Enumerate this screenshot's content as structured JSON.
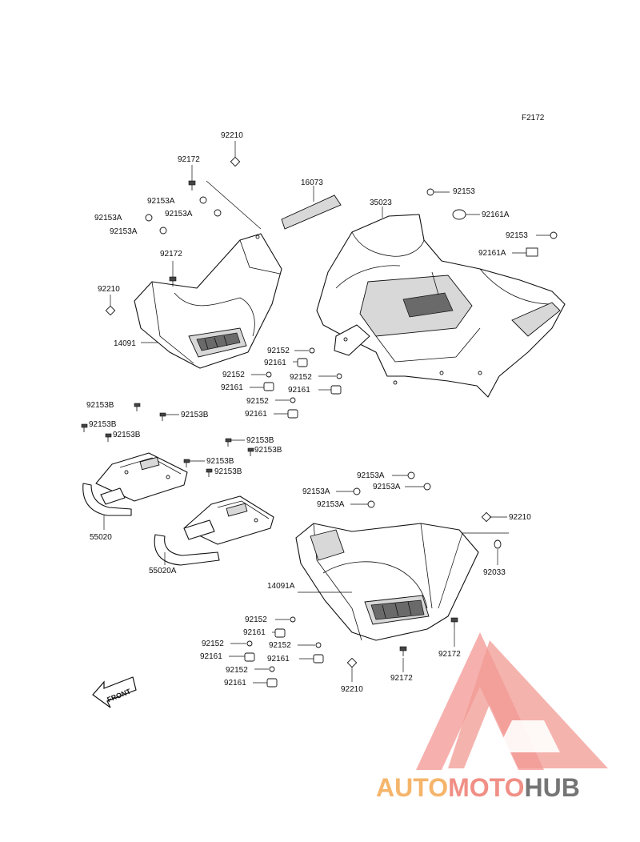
{
  "diagram_ref": "F2172",
  "labels": {
    "l_92210_top": "92210",
    "l_92172_top": "92172",
    "l_92153A_1": "92153A",
    "l_92153A_2": "92153A",
    "l_92153A_3": "92153A",
    "l_92153A_4": "92153A",
    "l_92172_mid": "92172",
    "l_92210_left": "92210",
    "l_14091": "14091",
    "l_16073": "16073",
    "l_35023": "35023",
    "l_92153_1": "92153",
    "l_92161A_1": "92161A",
    "l_92153_2": "92153",
    "l_92161A_2": "92161A",
    "l_92152_a": "92152",
    "l_92161_a": "92161",
    "l_92152_b": "92152",
    "l_92161_b": "92161",
    "l_92152_c": "92152",
    "l_92161_c": "92161",
    "l_92152_d": "92152",
    "l_92161_d": "92161",
    "l_92153B_1": "92153B",
    "l_92153B_2": "92153B",
    "l_92153B_3": "92153B",
    "l_92153B_4": "92153B",
    "l_92153B_5": "92153B",
    "l_92153B_6": "92153B",
    "l_92153B_7": "92153B",
    "l_92153B_8": "92153B",
    "l_55020": "55020",
    "l_55020A": "55020A",
    "l_92153A_5": "92153A",
    "l_92153A_6": "92153A",
    "l_92153A_7": "92153A",
    "l_92153A_8": "92153A",
    "l_92210_r": "92210",
    "l_92033": "92033",
    "l_14091A": "14091A",
    "l_92152_e": "92152",
    "l_92161_e": "92161",
    "l_92152_f": "92152",
    "l_92161_f": "92161",
    "l_92152_g": "92152",
    "l_92161_g": "92161",
    "l_92152_h": "92152",
    "l_92161_h": "92161",
    "l_92172_r": "92172",
    "l_92210_bot": "92210",
    "l_92172_bot": "92172"
  },
  "front_arrow": "FRONT",
  "watermark": {
    "part1": "AUTO",
    "part2": "MOTO",
    "part3": "HUB",
    "color1": "#f5b56b",
    "color2": "#f08f86",
    "color3": "#757575"
  }
}
